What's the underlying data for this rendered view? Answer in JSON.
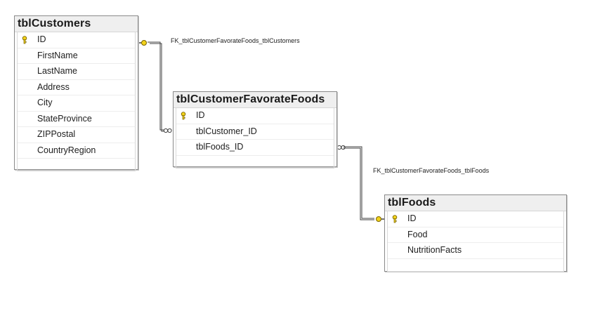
{
  "tables": [
    {
      "id": "tblCustomers",
      "name": "tblCustomers",
      "columns": [
        {
          "name": "ID",
          "pk": true
        },
        {
          "name": "FirstName",
          "pk": false
        },
        {
          "name": "LastName",
          "pk": false
        },
        {
          "name": "Address",
          "pk": false
        },
        {
          "name": "City",
          "pk": false
        },
        {
          "name": "StateProvince",
          "pk": false
        },
        {
          "name": "ZIPPostal",
          "pk": false
        },
        {
          "name": "CountryRegion",
          "pk": false
        }
      ]
    },
    {
      "id": "tblCustomerFavorateFoods",
      "name": "tblCustomerFavorateFoods",
      "columns": [
        {
          "name": "ID",
          "pk": true
        },
        {
          "name": "tblCustomer_ID",
          "pk": false
        },
        {
          "name": "tblFoods_ID",
          "pk": false
        }
      ]
    },
    {
      "id": "tblFoods",
      "name": "tblFoods",
      "columns": [
        {
          "name": "ID",
          "pk": true
        },
        {
          "name": "Food",
          "pk": false
        },
        {
          "name": "NutritionFacts",
          "pk": false
        }
      ]
    }
  ],
  "relationships": [
    {
      "name": "FK_tblCustomerFavorateFoods_tblCustomers",
      "from": "tblCustomerFavorateFoods",
      "to": "tblCustomers"
    },
    {
      "name": "FK_tblCustomerFavorateFoods_tblFoods",
      "from": "tblCustomerFavorateFoods",
      "to": "tblFoods"
    }
  ],
  "colors": {
    "key_icon": "#f2d21b",
    "key_icon_outline": "#7a6400",
    "line": "#404040"
  }
}
